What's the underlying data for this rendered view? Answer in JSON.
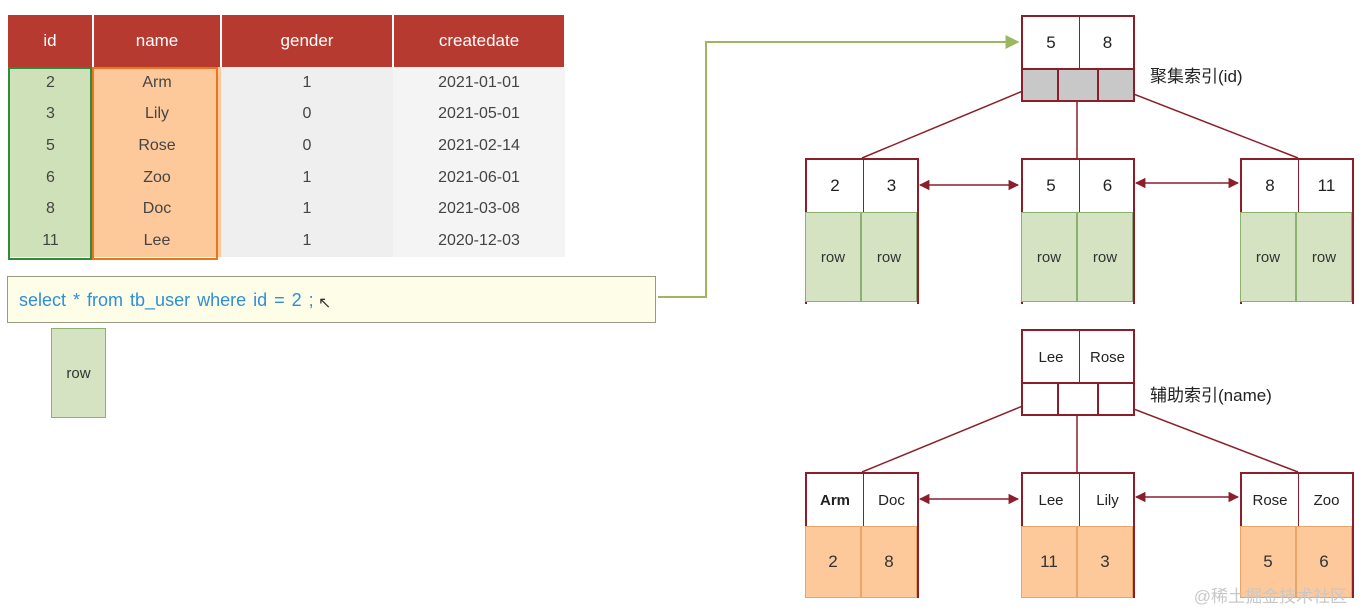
{
  "table": {
    "headers": [
      "id",
      "name",
      "gender",
      "createdate"
    ],
    "rows": [
      [
        "2",
        "Arm",
        "1",
        "2021-01-01"
      ],
      [
        "3",
        "Lily",
        "0",
        "2021-05-01"
      ],
      [
        "5",
        "Rose",
        "0",
        "2021-02-14"
      ],
      [
        "6",
        "Zoo",
        "1",
        "2021-06-01"
      ],
      [
        "8",
        "Doc",
        "1",
        "2021-03-08"
      ],
      [
        "11",
        "Lee",
        "1",
        "2020-12-03"
      ]
    ]
  },
  "query": {
    "text": "select  *  from  tb_user  where  id  = 2 ;"
  },
  "result": {
    "label": "row"
  },
  "clustered": {
    "label": "聚集索引(id)",
    "root": [
      "5",
      "8"
    ],
    "leaves": [
      {
        "keys": [
          "2",
          "3"
        ],
        "data": [
          "row",
          "row"
        ]
      },
      {
        "keys": [
          "5",
          "6"
        ],
        "data": [
          "row",
          "row"
        ]
      },
      {
        "keys": [
          "8",
          "11"
        ],
        "data": [
          "row",
          "row"
        ]
      }
    ]
  },
  "secondary": {
    "label": "辅助索引(name)",
    "root": [
      "Lee",
      "Rose"
    ],
    "leaves": [
      {
        "keys": [
          "Arm",
          "Doc"
        ],
        "data": [
          "2",
          "8"
        ]
      },
      {
        "keys": [
          "Lee",
          "Lily"
        ],
        "data": [
          "11",
          "3"
        ]
      },
      {
        "keys": [
          "Rose",
          "Zoo"
        ],
        "data": [
          "5",
          "6"
        ]
      }
    ]
  },
  "watermark": "@稀土掘金技术社区",
  "colors": {
    "header": "#b63a30",
    "id_highlight": "#2f8a3c",
    "name_highlight": "#e8761e",
    "tree_border": "#8b1e2b",
    "query_text": "#2e8fd6"
  }
}
